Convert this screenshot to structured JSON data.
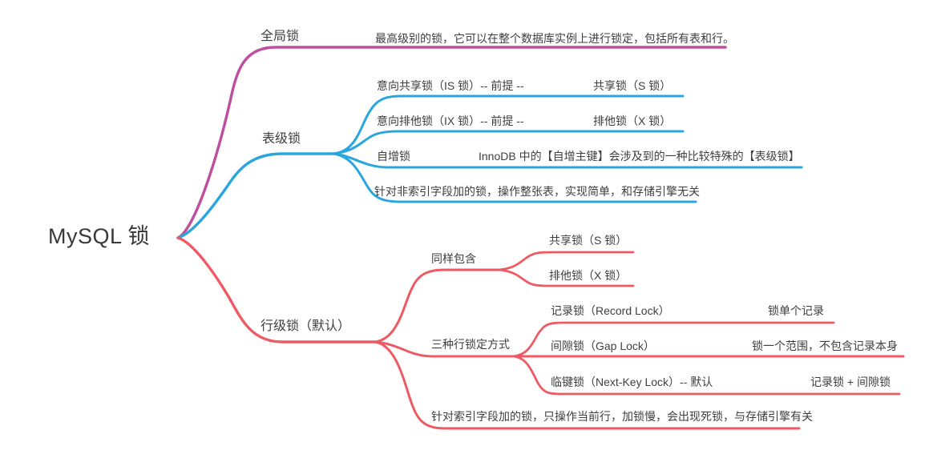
{
  "colors": {
    "branch-global": "#BE4F9E",
    "branch-table": "#29A6DE",
    "branch-row": "#EE5A64",
    "text-color": "#3E3E3E"
  },
  "mindmap": {
    "type": "mindmap",
    "root": {
      "label": "MySQL 锁"
    },
    "branches": [
      {
        "label": "全局锁",
        "children": [
          {
            "label": "最高级别的锁，它可以在整个数据库实例上进行锁定，包括所有表和行。"
          }
        ]
      },
      {
        "label": "表级锁",
        "children": [
          {
            "label": "意向共享锁（IS 锁）-- 前提 --",
            "children": [
              {
                "label": "共享锁（S 锁）"
              }
            ]
          },
          {
            "label": "意向排他锁（IX 锁）-- 前提 --",
            "children": [
              {
                "label": "排他锁（X 锁）"
              }
            ]
          },
          {
            "label": "自增锁",
            "children": [
              {
                "label": "InnoDB 中的【自增主键】会涉及到的一种比较特殊的【表级锁】"
              }
            ]
          },
          {
            "label": "针对非索引字段加的锁，操作整张表，实现简单，和存储引擎无关"
          }
        ]
      },
      {
        "label": "行级锁（默认）",
        "children": [
          {
            "label": "同样包含",
            "children": [
              {
                "label": "共享锁（S 锁）"
              },
              {
                "label": "排他锁（X 锁）"
              }
            ]
          },
          {
            "label": "三种行锁定方式",
            "children": [
              {
                "label": "记录锁（Record Lock）",
                "children": [
                  {
                    "label": "锁单个记录"
                  }
                ]
              },
              {
                "label": "间隙锁（Gap Lock）",
                "children": [
                  {
                    "label": "锁一个范围，不包含记录本身"
                  }
                ]
              },
              {
                "label": "临键锁（Next-Key Lock）-- 默认",
                "children": [
                  {
                    "label": "记录锁 + 间隙锁"
                  }
                ]
              }
            ]
          },
          {
            "label": "针对索引字段加的锁，只操作当前行，加锁慢，会出现死锁，与存储引擎有关"
          }
        ]
      }
    ]
  }
}
